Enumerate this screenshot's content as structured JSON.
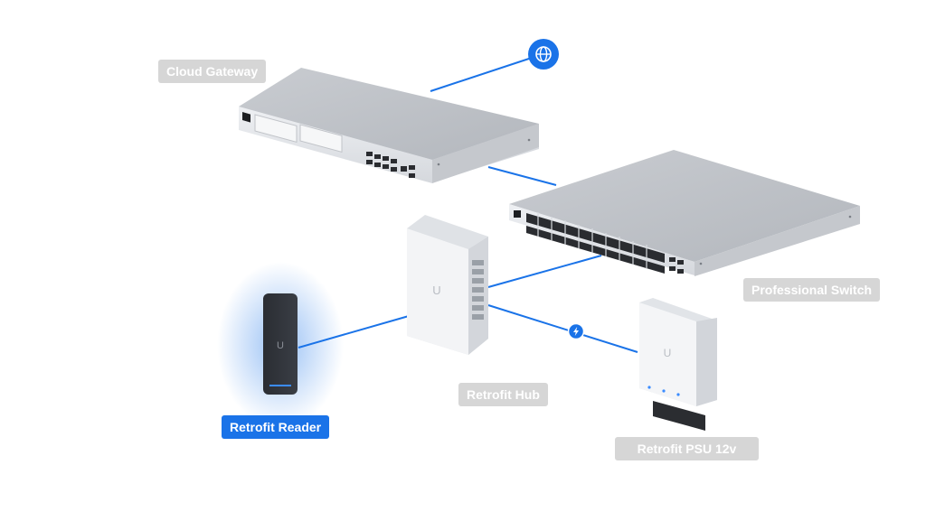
{
  "colors": {
    "accent": "#1a73e8",
    "label_bg": "#d6d6d6",
    "label_text": "#ffffff",
    "device_silver": "#e4e6ea",
    "reader_dark": "#2f3238"
  },
  "devices": {
    "cloud_gateway": {
      "label": "Cloud Gateway",
      "active": false
    },
    "professional_switch": {
      "label": "Professional Switch",
      "active": false
    },
    "retrofit_hub": {
      "label": "Retrofit Hub",
      "active": false
    },
    "retrofit_reader": {
      "label": "Retrofit Reader",
      "active": true
    },
    "retrofit_psu": {
      "label": "Retrofit PSU 12v",
      "active": false
    }
  },
  "icons": {
    "internet": "globe-icon",
    "power": "lightning-icon"
  }
}
